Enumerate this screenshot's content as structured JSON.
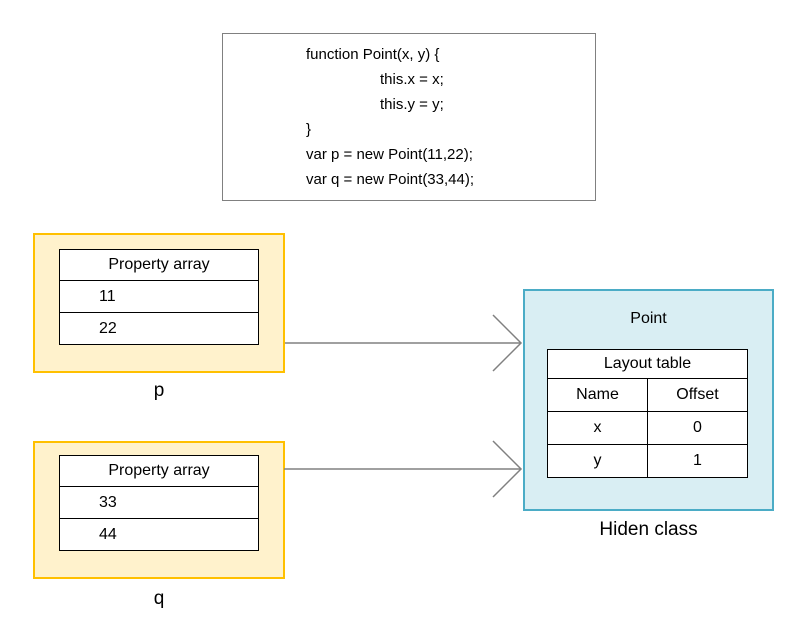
{
  "diagram": {
    "code_box": {
      "lines": [
        "function Point(x, y) {",
        "this.x = x;",
        "this.y = y;",
        "}",
        "var p = new Point(11,22);",
        "var q = new Point(33,44);"
      ]
    },
    "p_object": {
      "table_header": "Property array",
      "values": [
        "11",
        "22"
      ],
      "label": "p"
    },
    "q_object": {
      "table_header": "Property array",
      "values": [
        "33",
        "44"
      ],
      "label": "q"
    },
    "hidden_class": {
      "title": "Point",
      "table_header": "Layout table",
      "columns": [
        "Name",
        "Offset"
      ],
      "rows": [
        [
          "x",
          "0"
        ],
        [
          "y",
          "1"
        ]
      ],
      "caption": "Hiden class"
    },
    "colors": {
      "object_fill": "#FFF2CC",
      "object_border": "#FFC000",
      "class_fill": "#D9EEF3",
      "class_border": "#4BACC6",
      "arrow": "#808080",
      "code_box_border": "#808080",
      "table_border": "#000000"
    }
  }
}
